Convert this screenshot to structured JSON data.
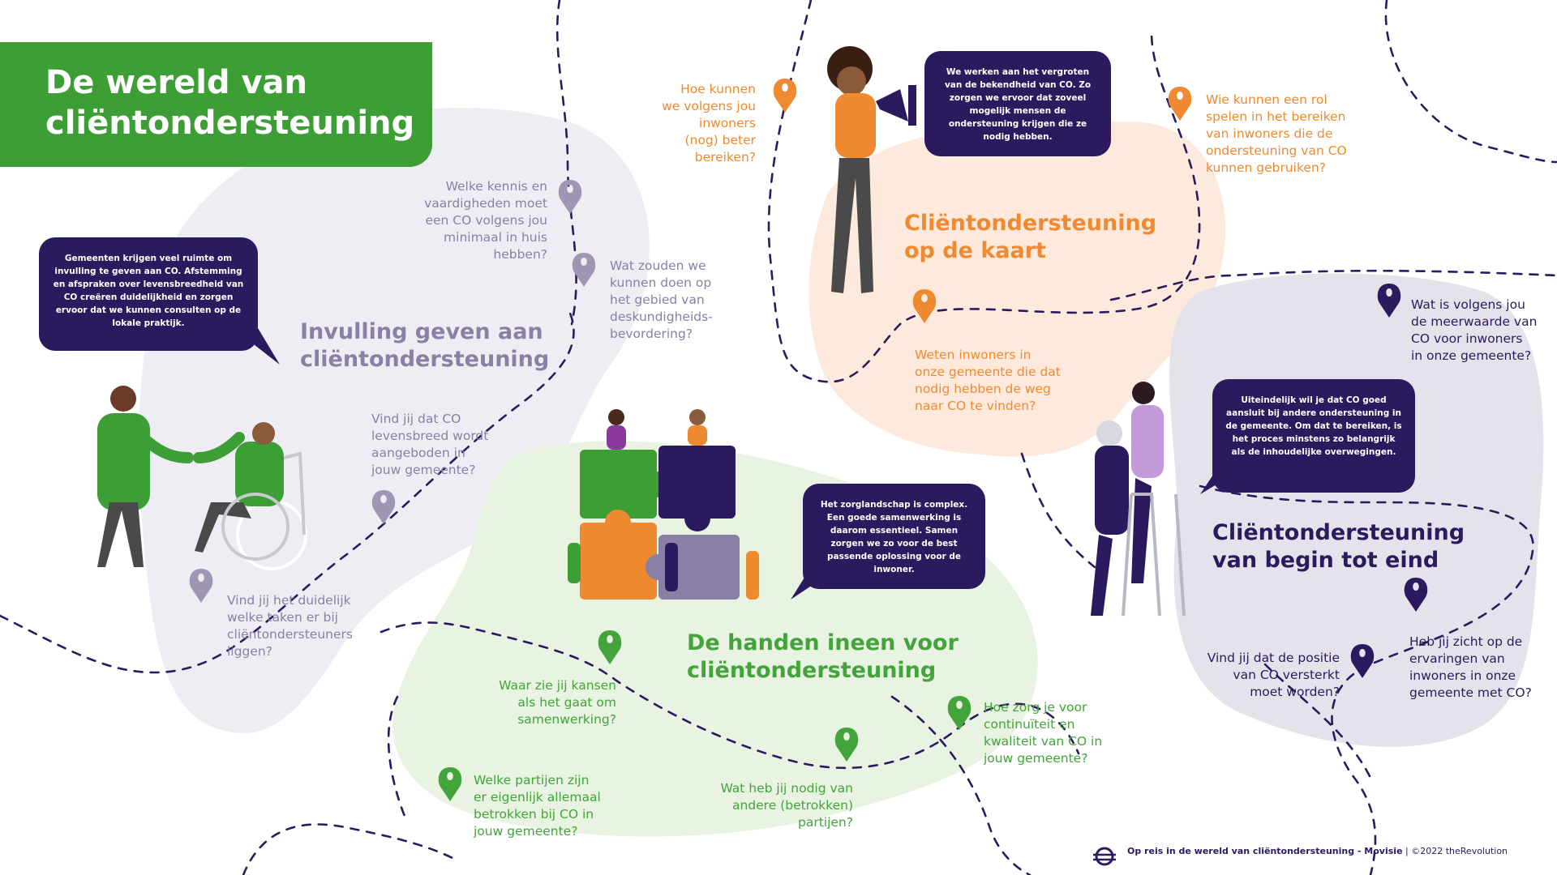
{
  "title": {
    "line1": "De wereld van",
    "line2": "cliëntondersteuning"
  },
  "colors": {
    "green": "#3c9e35",
    "navy": "#2b1a5e",
    "orange": "#f08a30",
    "lilac": "#8a7fa4",
    "lightgreen": "#e8f3e2",
    "peach": "#fdeadc",
    "lavender": "#ece9f2",
    "grey": "#e4e2ea"
  },
  "sections": {
    "invulling": {
      "line1": "Invulling geven aan",
      "line2": "cliëntondersteuning"
    },
    "kaart": {
      "line1": "Cliëntondersteuning",
      "line2": "op de kaart"
    },
    "handen": {
      "line1": "De handen ineen voor",
      "line2": "cliëntondersteuning"
    },
    "begin": {
      "line1": "Cliëntondersteuning",
      "line2": "van begin tot eind"
    }
  },
  "questions": {
    "kennis": [
      "Welke kennis en",
      "vaardigheden moet",
      "een CO volgens jou",
      "minimaal in huis",
      "hebben?"
    ],
    "deskundigheid": [
      "Wat zouden we",
      "kunnen doen op",
      "het gebied van",
      "deskundigheids-",
      "bevordering?"
    ],
    "levensbreed": [
      "Vind jij dat CO",
      "levensbreed wordt",
      "aangeboden in",
      "jouw gemeente?"
    ],
    "taken": [
      "Vind jij het duidelijk",
      "welke taken er bij",
      "cliëntondersteuners",
      "liggen?"
    ],
    "bereiken": [
      "Hoe kunnen",
      "we volgens jou",
      "inwoners",
      "(nog) beter",
      "bereiken?"
    ],
    "rol": [
      "Wie kunnen een rol",
      "spelen in het bereiken",
      "van inwoners die de",
      "ondersteuning van CO",
      "kunnen gebruiken?"
    ],
    "weten": [
      "Weten inwoners in",
      "onze gemeente die dat",
      "nodig hebben de weg",
      "naar CO te vinden?"
    ],
    "meerwaarde": [
      "Wat is volgens jou",
      "de meerwaarde van",
      "CO voor inwoners",
      "in onze gemeente?"
    ],
    "positie": [
      "Vind jij dat de positie",
      "van CO versterkt",
      "moet worden?"
    ],
    "ervaringen": [
      "Heb jij zicht op de",
      "ervaringen van",
      "inwoners in onze",
      "gemeente met CO?"
    ],
    "kansen": [
      "Waar zie jij kansen",
      "als het gaat om",
      "samenwerking?"
    ],
    "partijen": [
      "Welke partijen zijn",
      "er eigenlijk allemaal",
      "betrokken bij CO in",
      "jouw gemeente?"
    ],
    "nodig": [
      "Wat heb jij nodig van",
      "andere (betrokken)",
      "partijen?"
    ],
    "continuiteit": [
      "Hoe zorg je voor",
      "continuïteit en",
      "kwaliteit van CO in",
      "jouw gemeente?"
    ]
  },
  "bubbles": {
    "gemeenten": "Gemeenten krijgen veel ruimte om invulling te geven aan CO. Afstemming en afspraken over levensbreedheid van CO creëren duidelijkheid en zorgen ervoor dat we kunnen consulten op de lokale praktijk.",
    "bekendheid": "We werken aan het vergroten van de bekendheid van CO. Zo zorgen we ervoor dat zoveel mogelijk mensen de ondersteuning krijgen die ze nodig hebben.",
    "zorglandschap": "Het zorglandschap is complex. Een goede samenwerking is daarom essentieel. Samen zorgen we zo voor de best passende oplossing voor de inwoner.",
    "uiteindelijk": "Uiteindelijk wil je dat CO goed aansluit bij andere ondersteuning in de gemeente. Om dat te bereiken, is het proces minstens zo belangrijk als de inhoudelijke overwegingen."
  },
  "footer": {
    "bold": "Op reis in de wereld van cliëntondersteuning - Movisie",
    "rest": "| ©2022  theRevolution"
  },
  "icons": [
    "location-pin-icon",
    "megaphone-icon",
    "puzzle-icon",
    "handshake-icon",
    "walker-icon",
    "logo-icon"
  ]
}
